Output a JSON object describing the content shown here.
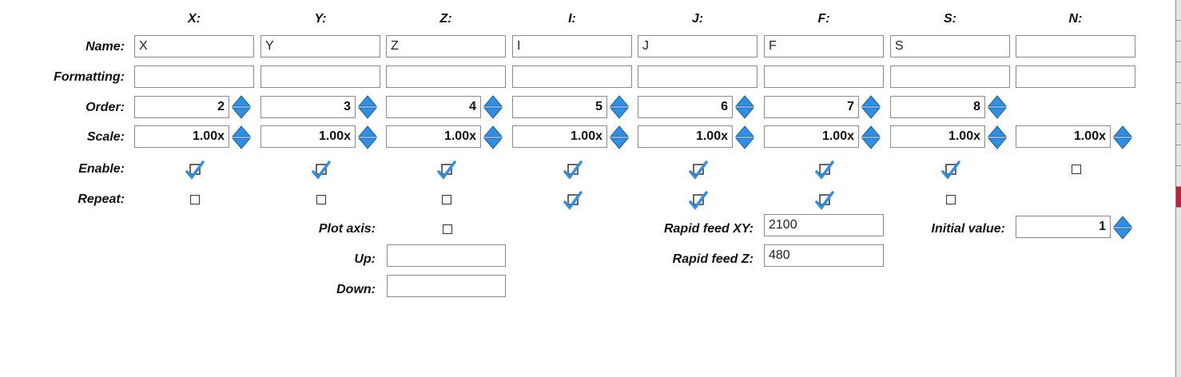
{
  "columns": [
    {
      "header": "X:",
      "name": "X",
      "formatting": "",
      "order": "2",
      "scale": "1.00x",
      "enable": true,
      "repeat": false
    },
    {
      "header": "Y:",
      "name": "Y",
      "formatting": "",
      "order": "3",
      "scale": "1.00x",
      "enable": true,
      "repeat": false
    },
    {
      "header": "Z:",
      "name": "Z",
      "formatting": "",
      "order": "4",
      "scale": "1.00x",
      "enable": true,
      "repeat": false
    },
    {
      "header": "I:",
      "name": "I",
      "formatting": "",
      "order": "5",
      "scale": "1.00x",
      "enable": true,
      "repeat": true
    },
    {
      "header": "J:",
      "name": "J",
      "formatting": "",
      "order": "6",
      "scale": "1.00x",
      "enable": true,
      "repeat": true
    },
    {
      "header": "F:",
      "name": "F",
      "formatting": "",
      "order": "7",
      "scale": "1.00x",
      "enable": true,
      "repeat": true
    },
    {
      "header": "S:",
      "name": "S",
      "formatting": "",
      "order": "8",
      "scale": "1.00x",
      "enable": true,
      "repeat": false
    },
    {
      "header": "N:",
      "name": "",
      "formatting": "",
      "order": null,
      "scale": "1.00x",
      "enable": false,
      "repeat": null
    }
  ],
  "row_labels": {
    "name": "Name:",
    "formatting": "Formatting:",
    "order": "Order:",
    "scale": "Scale:",
    "enable": "Enable:",
    "repeat": "Repeat:"
  },
  "plot_axis": {
    "label": "Plot axis:",
    "checked": false
  },
  "up": {
    "label": "Up:",
    "value": ""
  },
  "down": {
    "label": "Down:",
    "value": ""
  },
  "rapid_xy": {
    "label": "Rapid feed XY:",
    "value": "2100"
  },
  "rapid_z": {
    "label": "Rapid feed Z:",
    "value": "480"
  },
  "initial_value": {
    "label": "Initial value:",
    "value": "1"
  },
  "colors": {
    "accent": "#2e8fe6"
  }
}
